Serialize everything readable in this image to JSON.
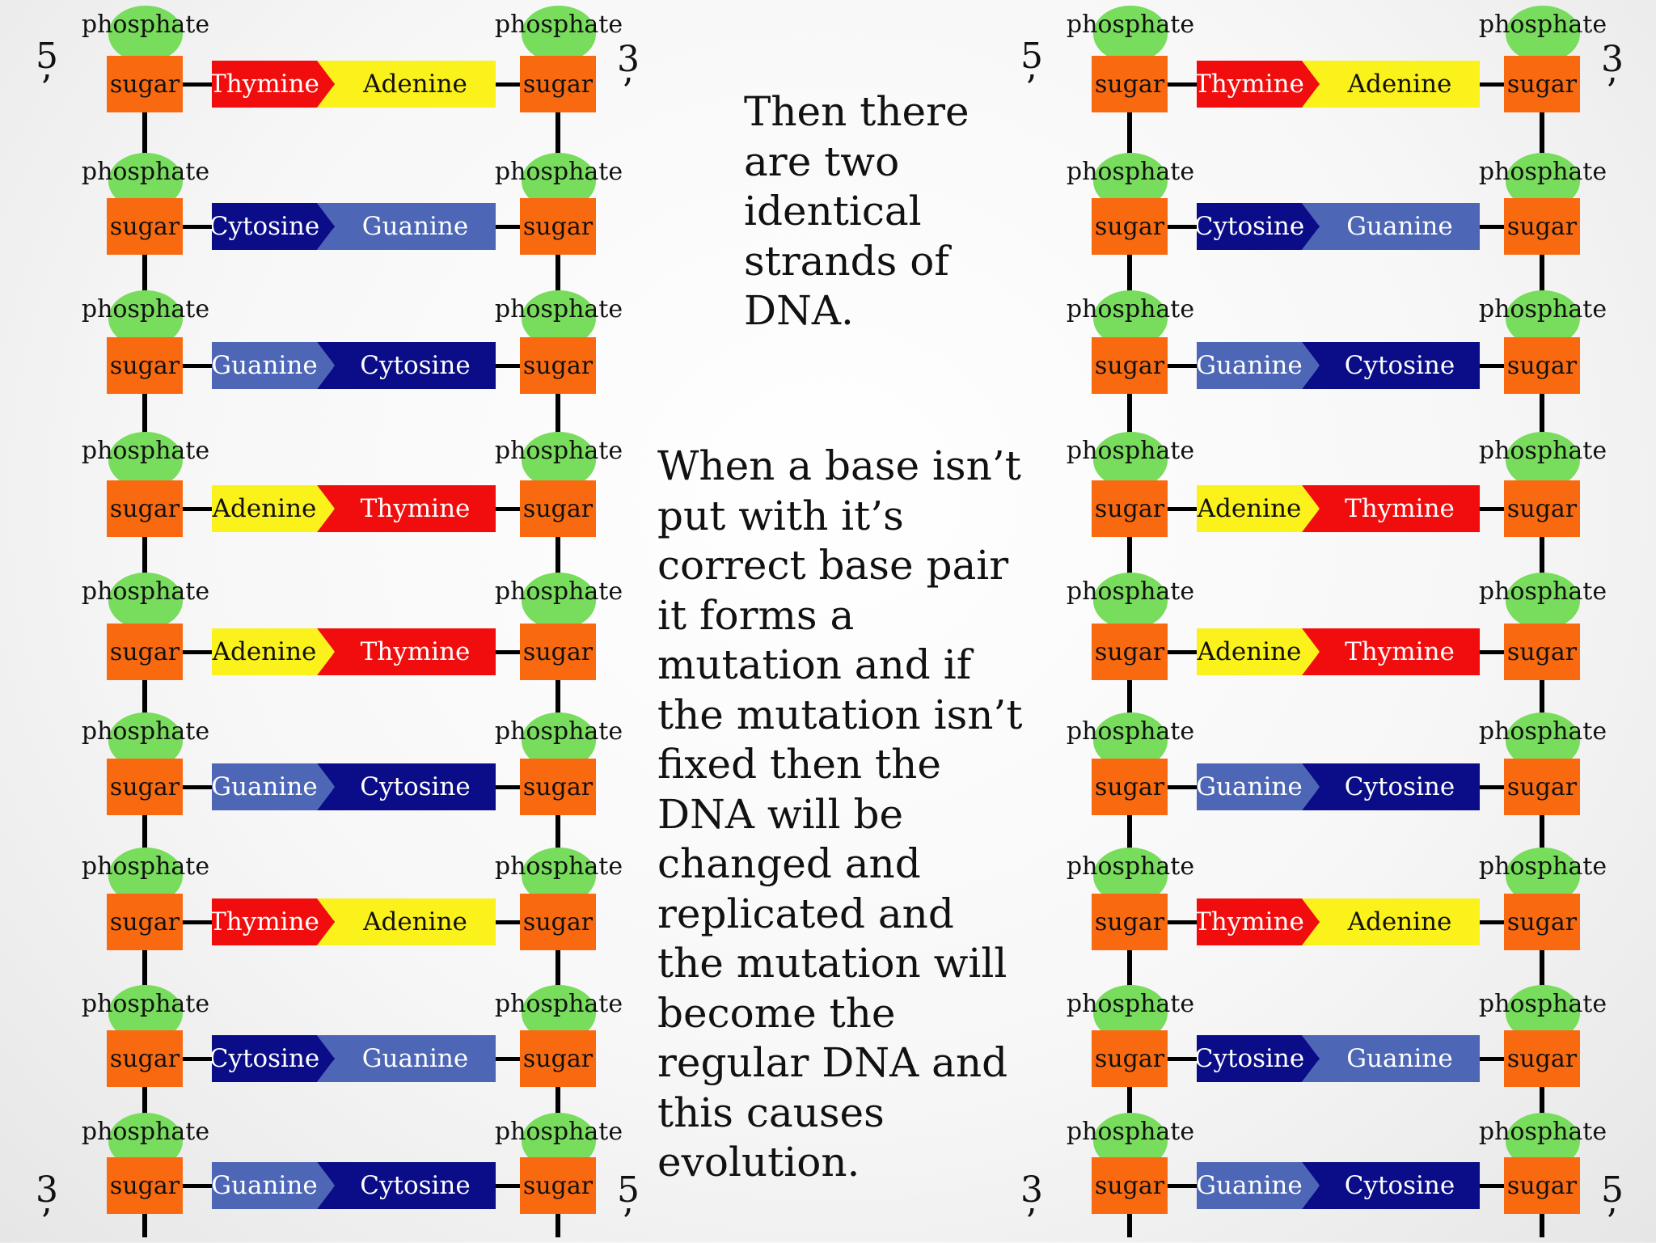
{
  "top_text": "Then there are two identical strands of DNA.",
  "body_text": "When a base isn’t put with it’s correct base pair it forms a mutation and if the mutation isn’t fixed then the DNA will be changed and replicated and the mutation will become the regular DNA and this causes evolution.",
  "labels": {
    "phosphate": "phosphate",
    "sugar": "sugar",
    "five_prime": "5",
    "three_prime": "3",
    "prime_mark": "’"
  },
  "strands": [
    {
      "name": "left-dna-strand",
      "top_left_end": "5",
      "top_right_end": "3",
      "bottom_left_end": "3",
      "bottom_right_end": "5",
      "pairs": [
        [
          "Thymine",
          "Adenine"
        ],
        [
          "Cytosine",
          "Guanine"
        ],
        [
          "Guanine",
          "Cytosine"
        ],
        [
          "Adenine",
          "Thymine"
        ],
        [
          "Adenine",
          "Thymine"
        ],
        [
          "Guanine",
          "Cytosine"
        ],
        [
          "Thymine",
          "Adenine"
        ],
        [
          "Cytosine",
          "Guanine"
        ],
        [
          "Guanine",
          "Cytosine"
        ]
      ]
    },
    {
      "name": "right-dna-strand",
      "top_left_end": "5",
      "top_right_end": "3",
      "bottom_left_end": "3",
      "bottom_right_end": "5",
      "pairs": [
        [
          "Thymine",
          "Adenine"
        ],
        [
          "Cytosine",
          "Guanine"
        ],
        [
          "Guanine",
          "Cytosine"
        ],
        [
          "Adenine",
          "Thymine"
        ],
        [
          "Adenine",
          "Thymine"
        ],
        [
          "Guanine",
          "Cytosine"
        ],
        [
          "Thymine",
          "Adenine"
        ],
        [
          "Cytosine",
          "Guanine"
        ],
        [
          "Guanine",
          "Cytosine"
        ]
      ]
    }
  ],
  "colors": {
    "Thymine": "#f10d0d",
    "Adenine": "#fbf11b",
    "Cytosine": "#0b0d88",
    "Guanine": "#4d67b6",
    "sugar": "#f96a10",
    "phosphate": "#78dc5c"
  }
}
